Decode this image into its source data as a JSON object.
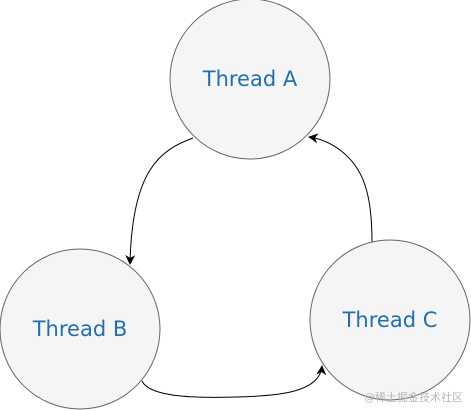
{
  "nodes": {
    "thread_a": {
      "label": "Thread A"
    },
    "thread_b": {
      "label": "Thread B"
    },
    "thread_c": {
      "label": "Thread C"
    }
  },
  "edges": [
    {
      "from": "Thread A",
      "to": "Thread B"
    },
    {
      "from": "Thread B",
      "to": "Thread C"
    },
    {
      "from": "Thread C",
      "to": "Thread A"
    }
  ],
  "colors": {
    "node_fill": "#f5f5f5",
    "node_stroke": "#666666",
    "label_text": "#1f6fb5",
    "edge": "#000000",
    "watermark": "#b9b9b9"
  },
  "watermark": "@稀土掘金技术社区"
}
